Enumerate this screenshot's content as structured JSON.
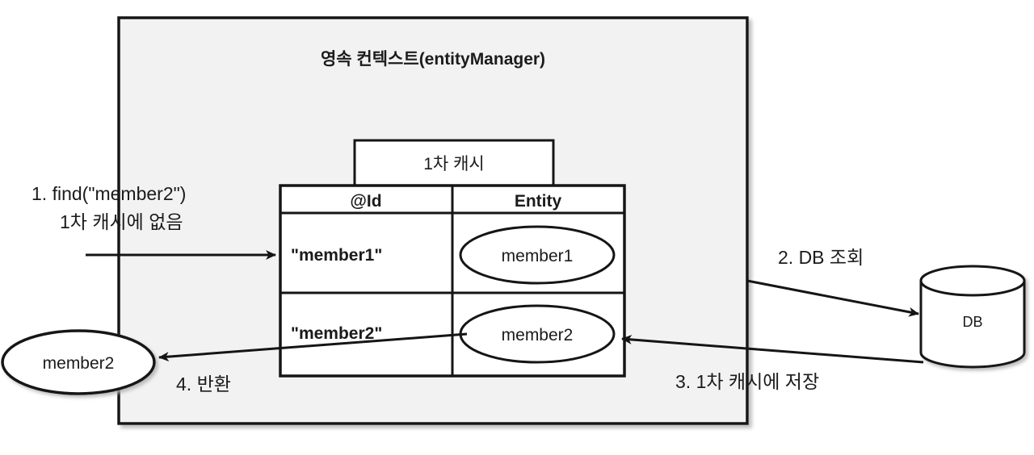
{
  "diagram": {
    "title": "영속 컨텍스트(entityManager)",
    "background_color": "#ffffff",
    "container_fill": "#f2f2f2",
    "stroke_color": "#1b1b1b",
    "cache_tab_label": "1차 캐시",
    "table": {
      "columns": [
        "@Id",
        "Entity"
      ],
      "rows": [
        {
          "id": "\"member1\"",
          "entity": "member1"
        },
        {
          "id": "\"member2\"",
          "entity": "member2"
        }
      ]
    },
    "returned_entity": "member2",
    "database_label": "DB",
    "steps": [
      {
        "key": "step1",
        "line1": "1. find(\"member2\")",
        "line2": "1차 캐시에 없음"
      },
      {
        "key": "step2",
        "line1": "2. DB 조회",
        "line2": ""
      },
      {
        "key": "step3",
        "line1": "3. 1차 캐시에 저장",
        "line2": ""
      },
      {
        "key": "step4",
        "line1": "4. 반환",
        "line2": ""
      }
    ]
  }
}
